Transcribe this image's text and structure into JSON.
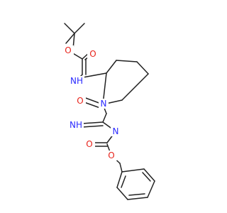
{
  "colors": {
    "bond": "#222222",
    "oxygen": "#e8231b",
    "nitrogen": "#2b2bff"
  },
  "atoms": {
    "o_ether_top": {
      "text": "O",
      "element": "oxygen"
    },
    "o_carbonyl_top": {
      "text": "O",
      "element": "oxygen"
    },
    "n_carbamate_top": {
      "text": "NH",
      "element": "nitrogen"
    },
    "o_lactam": {
      "text": "O",
      "element": "oxygen"
    },
    "n_ring": {
      "text": "N",
      "element": "nitrogen"
    },
    "n_imine": {
      "text": "NH",
      "element": "nitrogen"
    },
    "n_carbamate_bottom": {
      "text": "N",
      "element": "nitrogen"
    },
    "o_carbonyl_bottom": {
      "text": "O",
      "element": "oxygen"
    },
    "o_ether_bottom": {
      "text": "O",
      "element": "oxygen"
    }
  }
}
